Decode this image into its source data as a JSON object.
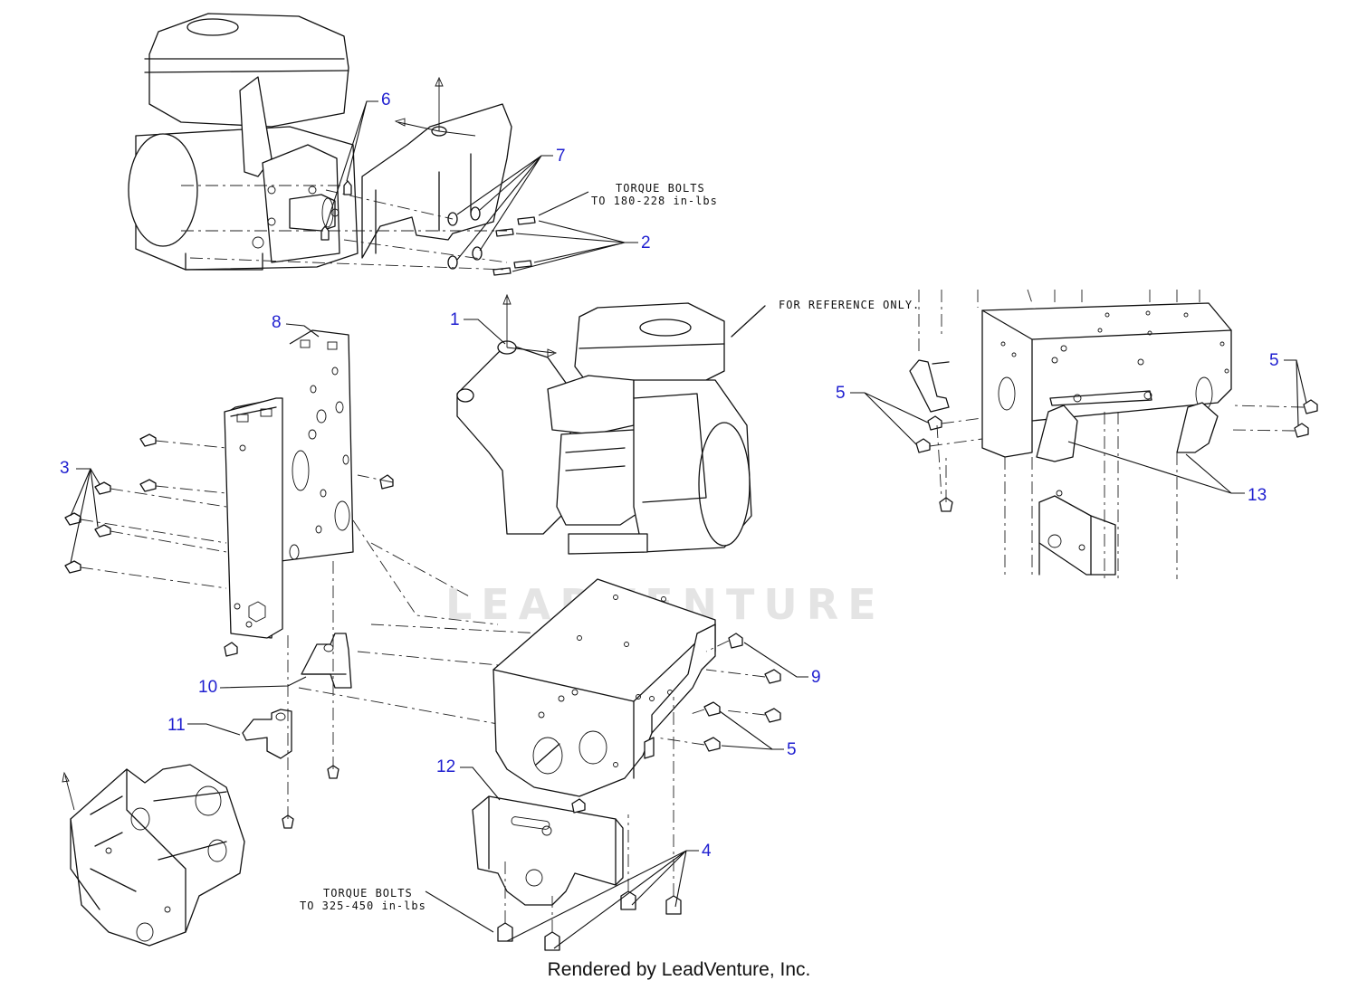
{
  "callouts": {
    "c1": "1",
    "c2": "2",
    "c3": "3",
    "c4": "4",
    "c5a": "5",
    "c5b": "5",
    "c5c": "5",
    "c6": "6",
    "c7": "7",
    "c8": "8",
    "c9": "9",
    "c10": "10",
    "c11": "11",
    "c12": "12",
    "c13": "13"
  },
  "notes": {
    "torque_top_1": "TORQUE BOLTS",
    "torque_top_2": "TO 180-228 in-lbs",
    "torque_bottom_1": "TORQUE BOLTS",
    "torque_bottom_2": "TO 325-450 in-lbs",
    "reference": "FOR REFERENCE ONLY."
  },
  "watermark": "LEADVENTURE",
  "footer": "Rendered by LeadVenture, Inc.",
  "colors": {
    "callout": "#1f1fd0",
    "line": "#111111",
    "watermark": "#e4e4e4"
  }
}
